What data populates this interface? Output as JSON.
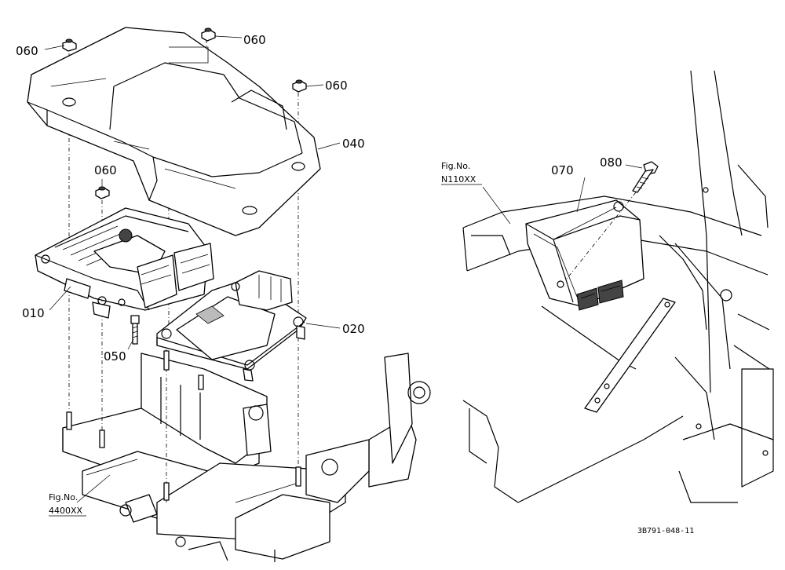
{
  "parts": {
    "p010": "010",
    "p020": "020",
    "p040": "040",
    "p050": "050",
    "p060a": "060",
    "p060b": "060",
    "p060c": "060",
    "p060d": "060",
    "p070": "070",
    "p080": "080"
  },
  "refs": {
    "fig_label_left": "Fig.No.",
    "fig_number_left": "4400XX",
    "fig_label_right": "Fig.No.",
    "fig_number_right": "N110XX"
  },
  "drawing_code": "3B791-048-11",
  "icons": {
    "nut": "hex-nut-icon",
    "bolt": "bolt-icon"
  }
}
